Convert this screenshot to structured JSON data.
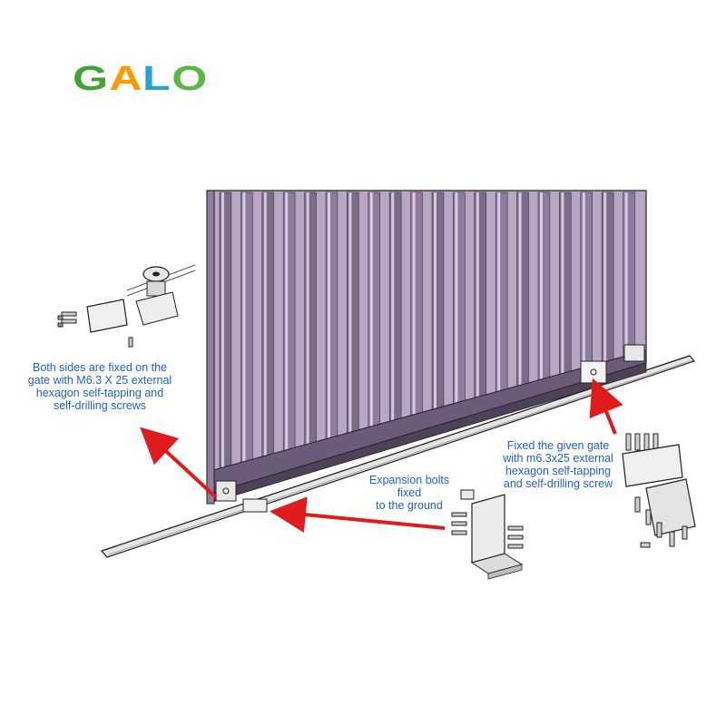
{
  "logo": {
    "text": "GALO",
    "colors": [
      "#3fa535",
      "#ff9900",
      "#27a3d4",
      "#59b947"
    ]
  },
  "callouts": {
    "left": "Both sides are fixed on the\ngate with M6.3 X 25 external\nhexagon self-tapping and\nself-drilling screws",
    "bolts": "Expansion bolts fixed\nto the ground",
    "right": "Fixed the given gate\nwith m6.3x25 external\nhexagon self-tapping\nand self-drilling screw"
  },
  "colors": {
    "gate_fill": "#b9a6c4",
    "gate_bar": "#7d6b8c",
    "rail": "#d8d8d8",
    "arrow": "#e01b1b",
    "callout_text": "#1f5fd0",
    "outline": "#222222"
  },
  "icons": [
    "bracket-icon",
    "screw-icon",
    "bolt-icon",
    "roller-icon"
  ]
}
